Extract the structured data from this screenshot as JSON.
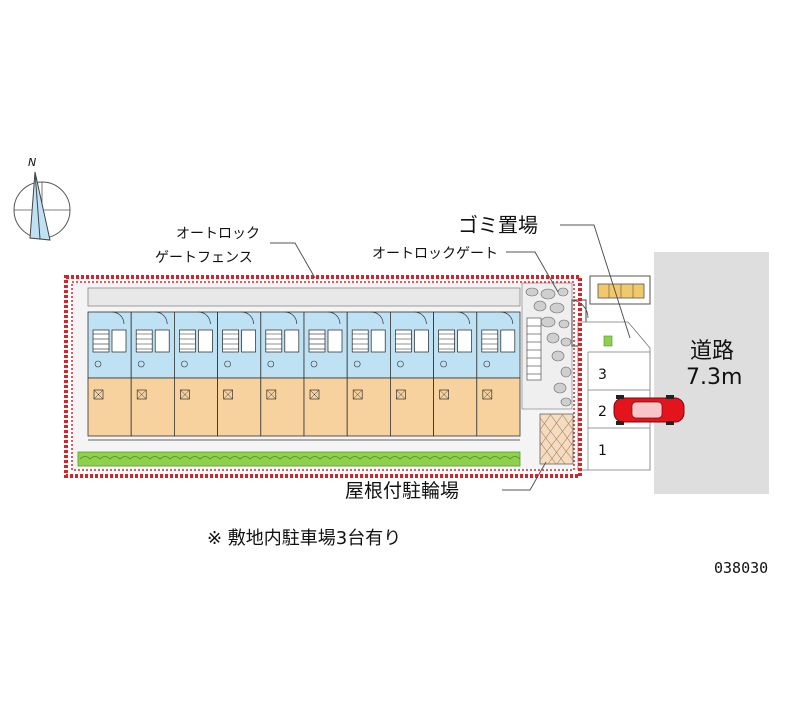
{
  "compass": {
    "label": "N"
  },
  "labels": {
    "fence_line1": "オートロック",
    "fence_line2": "ゲートフェンス",
    "gate": "オートロックゲート",
    "garbage": "ゴミ置場",
    "road_name": "道路",
    "road_width": "7.3m",
    "bicycle": "屋根付駐輪場",
    "parking_note": "※ 敷地内駐車場3台有り",
    "property_code": "038030"
  },
  "parking": {
    "spaces": [
      "3",
      "2",
      "1"
    ],
    "occupied": [
      "2"
    ]
  },
  "units": {
    "count": 10
  },
  "colors": {
    "fence": "#d8232a",
    "room_blue": "#bfe1f4",
    "room_peach": "#f8d29e",
    "road": "#dedede",
    "car": "#e3141c",
    "hedge": "#7dc241"
  }
}
